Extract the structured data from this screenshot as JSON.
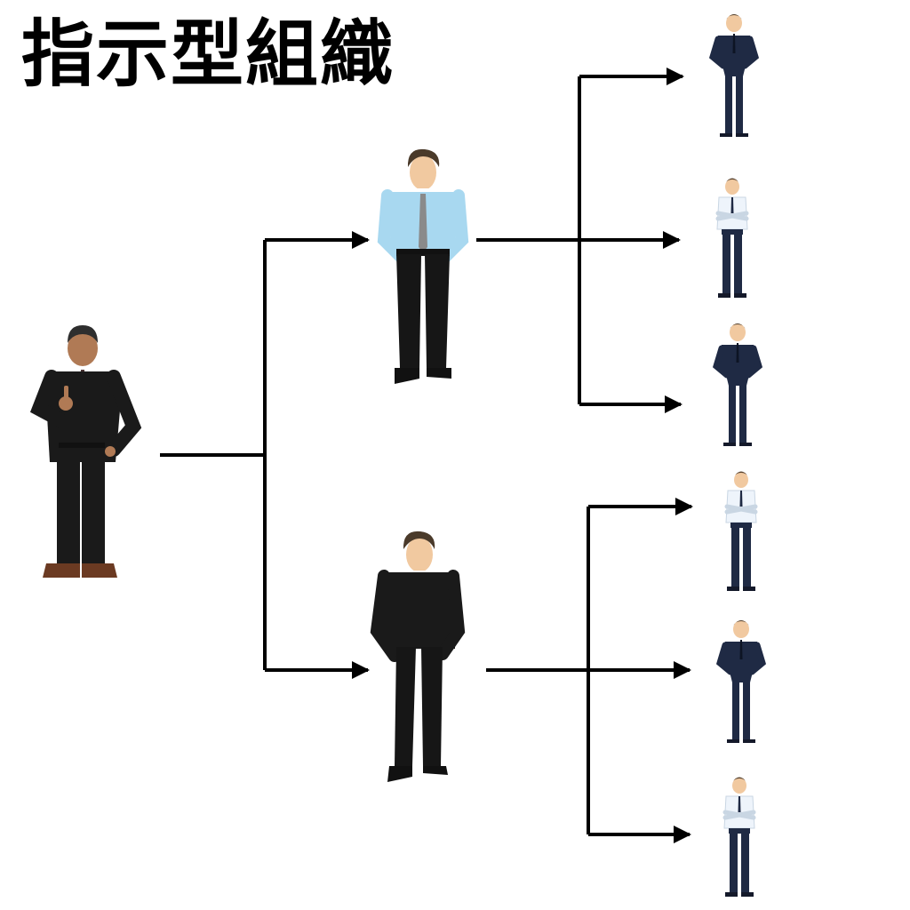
{
  "title": "指示型組織",
  "colors": {
    "line": "#000000",
    "black_suit": "#1a1a1a",
    "navy_suit": "#1f2a44",
    "light_blue_shirt": "#a8d8f0",
    "white_shirt": "#eef4fb",
    "skin": "#f1c9a0",
    "dark_skin": "#b07a55",
    "hair": "#4a3a2a",
    "shoe_brown": "#6b3a22"
  },
  "people": [
    {
      "role": "leader",
      "icon": "boss-thumbs-up-icon"
    },
    {
      "role": "manager-1",
      "icon": "manager-light-blue-shirt-icon"
    },
    {
      "role": "manager-2",
      "icon": "manager-black-suit-icon"
    },
    {
      "role": "staff-1",
      "icon": "staff-navy-suit-icon"
    },
    {
      "role": "staff-2",
      "icon": "staff-white-shirt-icon"
    },
    {
      "role": "staff-3",
      "icon": "staff-navy-suit-icon"
    },
    {
      "role": "staff-4",
      "icon": "staff-white-shirt-icon"
    },
    {
      "role": "staff-5",
      "icon": "staff-navy-suit-icon"
    },
    {
      "role": "staff-6",
      "icon": "staff-white-shirt-icon"
    }
  ]
}
